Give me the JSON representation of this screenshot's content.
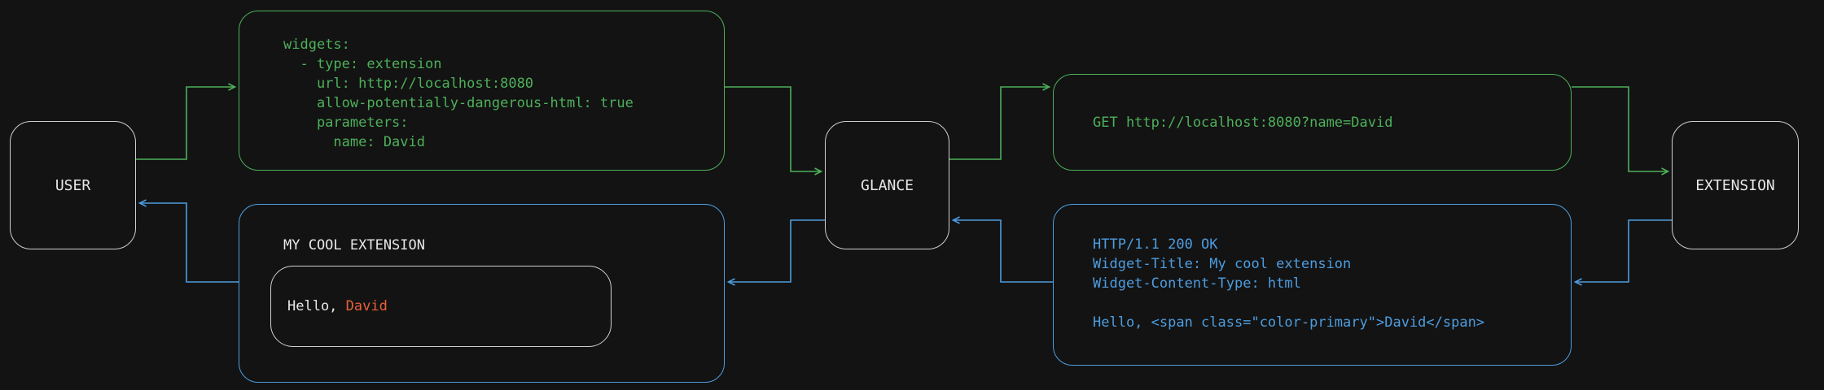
{
  "colors": {
    "bg": "#131313",
    "green": "#4db05a",
    "blue": "#4d9de0",
    "orange": "#e8603a",
    "text": "#e8e8e8",
    "node-border": "#cfcfcf"
  },
  "nodes": {
    "user": "USER",
    "glance": "GLANCE",
    "extension": "EXTENSION"
  },
  "config_box": {
    "lines": [
      "widgets:",
      "  - type: extension",
      "    url: http://localhost:8080",
      "    allow-potentially-dangerous-html: true",
      "    parameters:",
      "      name: David"
    ]
  },
  "request_box": {
    "text": "GET http://localhost:8080?name=David"
  },
  "response_box": {
    "lines": [
      "HTTP/1.1 200 OK",
      "Widget-Title: My cool extension",
      "Widget-Content-Type: html",
      "",
      "Hello, <span class=\"color-primary\">David</span>"
    ]
  },
  "widget_box": {
    "title": "MY COOL EXTENSION",
    "greeting_prefix": "Hello, ",
    "greeting_name": "David"
  }
}
